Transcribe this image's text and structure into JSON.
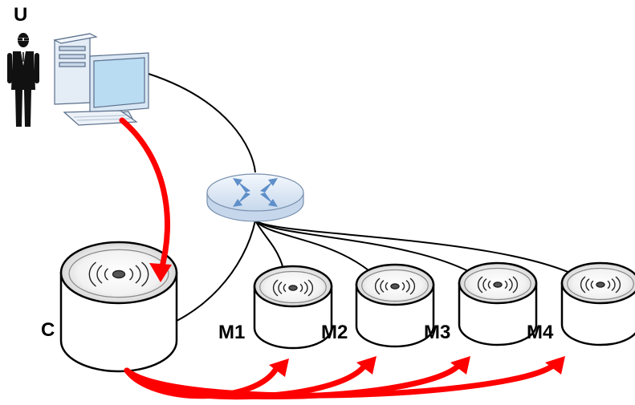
{
  "labels": {
    "user": "U",
    "controller": "C",
    "managed": [
      "M1",
      "M2",
      "M3",
      "M4"
    ]
  },
  "colors": {
    "flow_arrow": "#ff0000",
    "cable": "#000000",
    "router_body": "#dce8f5",
    "pc_body": "#e4ecf6",
    "pc_screen": "#b9dcf3"
  },
  "icons": {
    "user": "user-icon",
    "computer": "computer-icon",
    "router": "router-icon",
    "access_point": "access-point-icon"
  }
}
